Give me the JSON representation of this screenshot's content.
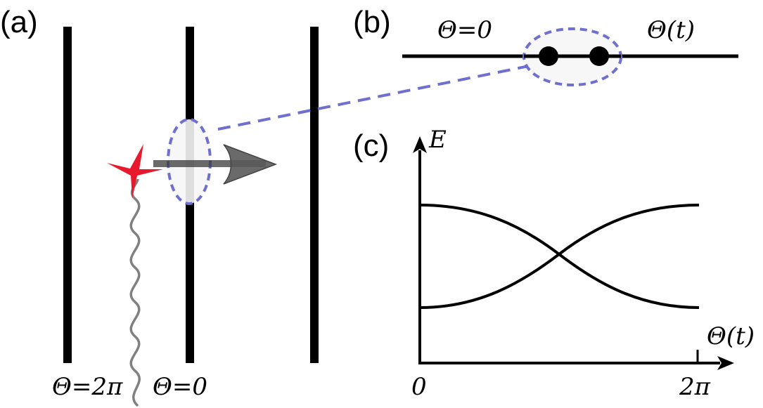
{
  "panels": {
    "a": {
      "label": "(a)",
      "left_wall_label": "Θ=2π",
      "middle_wall_label": "Θ=0"
    },
    "b": {
      "label": "(b)",
      "left_phase_label": "Θ=0",
      "right_phase_label": "Θ(t)"
    },
    "c": {
      "label": "(c)",
      "y_axis_label": "E",
      "x_axis_label": "Θ(t)",
      "x_tick_start": "0",
      "x_tick_end": "2π"
    }
  },
  "colors": {
    "ink": "#000000",
    "highlight_dash": "#6f6fd0",
    "spark": "#e8192c",
    "photon_wave": "#808080",
    "arrow_fill": "#5a5a5a",
    "bubble_fill": "#f6f6f6"
  },
  "chart_data": {
    "type": "line",
    "title": "",
    "xlabel": "Θ(t)",
    "ylabel": "E",
    "x_ticks": [
      "0",
      "2π"
    ],
    "xlim_labels": [
      "0",
      "2π"
    ],
    "series": [
      {
        "shape": "starts high, decreases, crosses at midpoint, ends low"
      },
      {
        "shape": "starts low, increases, crosses at midpoint, ends high"
      }
    ],
    "crossing": "midpoint of the Θ range",
    "grid": false
  }
}
